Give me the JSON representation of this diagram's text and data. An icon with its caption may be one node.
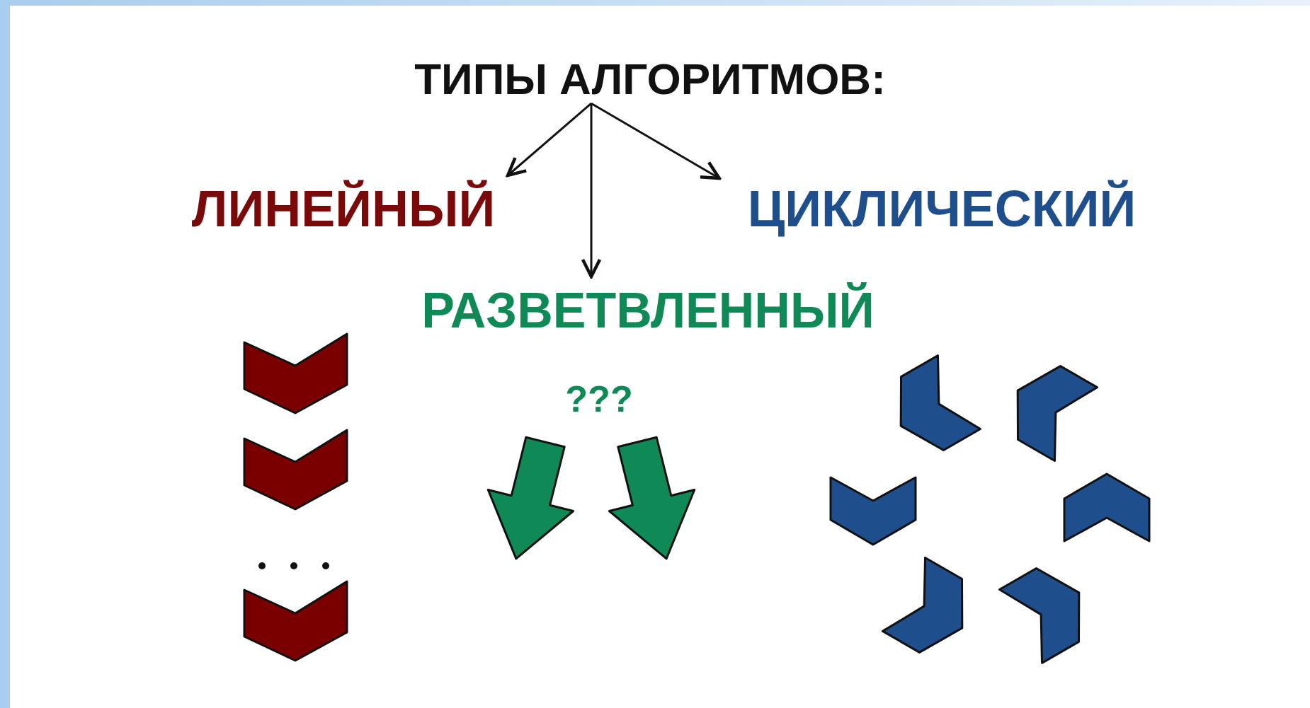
{
  "diagram": {
    "nodes": [
      {
        "text": [
          "ТИПЫ АЛГОРИТМОВ:"
        ]
      },
      {
        "text": [
          "ЛИНЕЙНЫЙ"
        ]
      },
      {
        "text": [
          "ЦИКЛИЧЕСКИЙ"
        ]
      },
      {
        "text": [
          "РАЗВЕТВЛЕННЫЙ"
        ]
      }
    ],
    "edges": [
      {
        "from": 0,
        "to": 1,
        "arrow": "to"
      },
      {
        "from": 0,
        "to": 3,
        "arrow": "to"
      },
      {
        "from": 0,
        "to": 2,
        "arrow": "to"
      }
    ],
    "labels": [
      "???"
    ]
  }
}
